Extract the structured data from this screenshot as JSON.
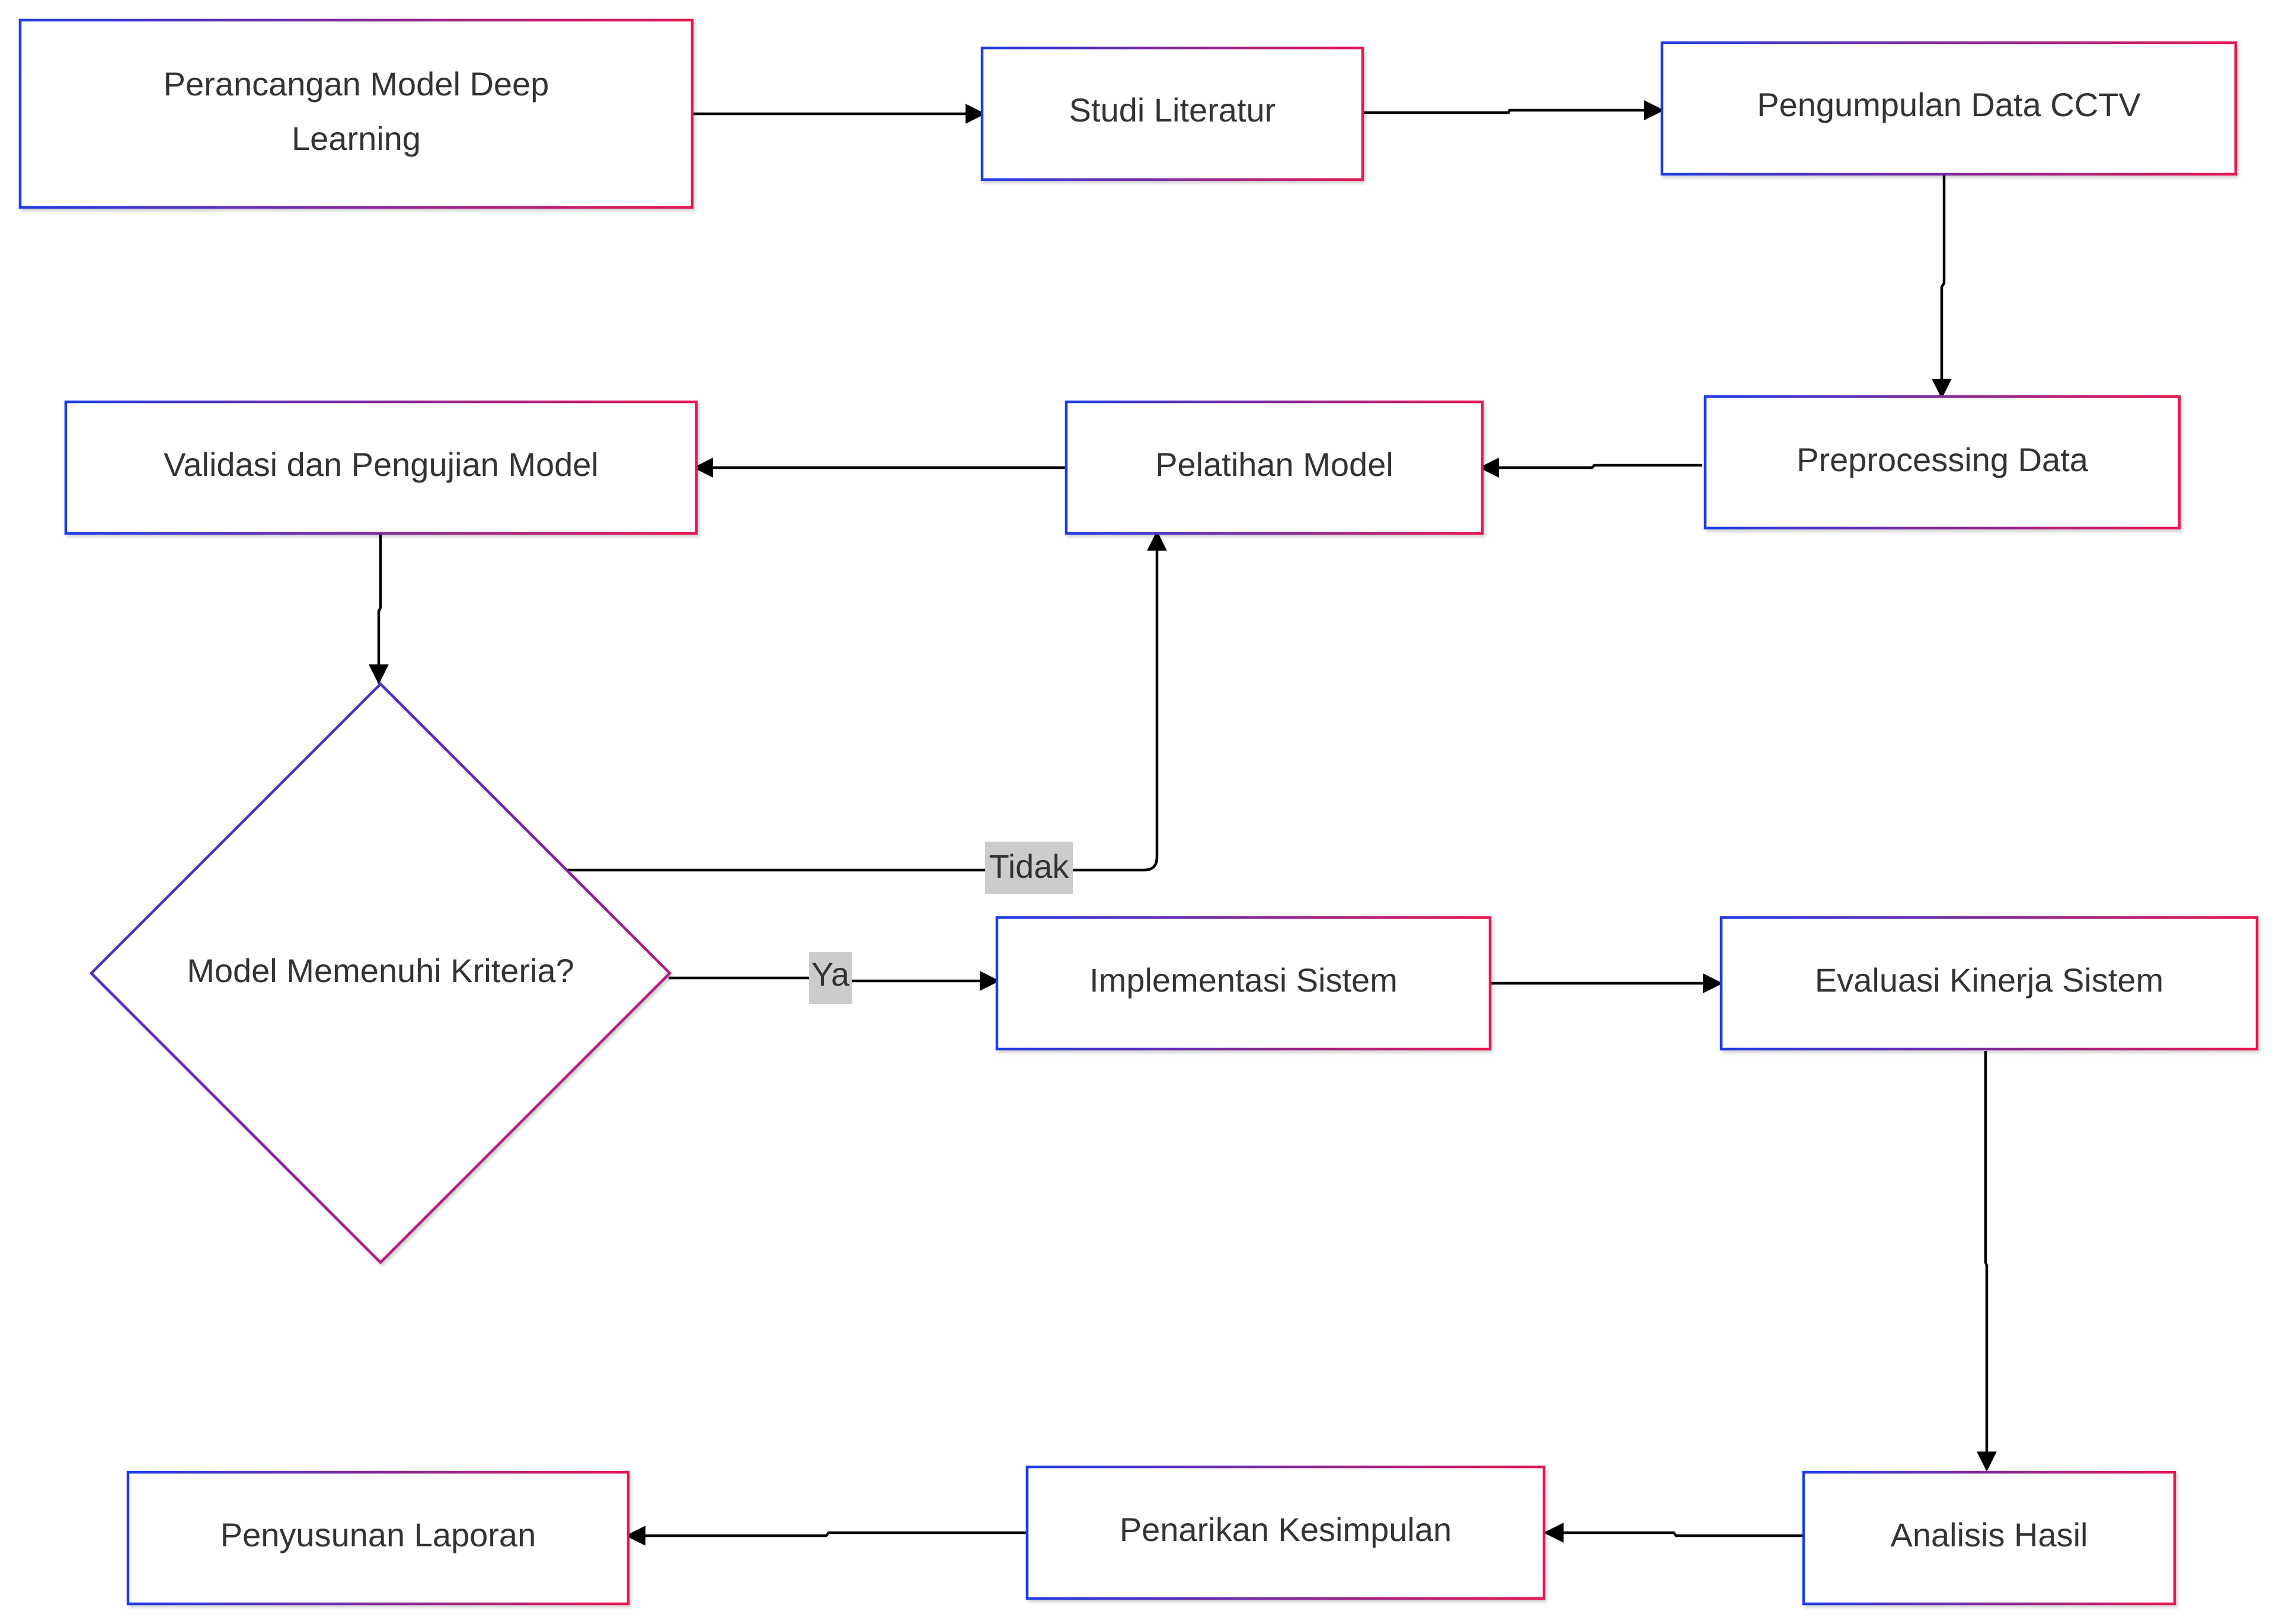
{
  "diagram": {
    "colors": {
      "border_gradient_start": "#1f3ce8",
      "border_gradient_end": "#e8174f",
      "edge": "#000000",
      "text": "#333333",
      "edge_label_background": "#cccccc",
      "background": "#ffffff"
    },
    "nodes": {
      "perancangan": {
        "label_line1": "Perancangan Model Deep",
        "label_line2": "Learning"
      },
      "studi": {
        "label": "Studi Literatur"
      },
      "pengumpulan": {
        "label": "Pengumpulan Data CCTV"
      },
      "preprocessing": {
        "label": "Preprocessing Data"
      },
      "pelatihan": {
        "label": "Pelatihan Model"
      },
      "validasi": {
        "label": "Validasi dan Pengujian Model"
      },
      "keputusan": {
        "label": "Model Memenuhi Kriteria?"
      },
      "implementasi": {
        "label": "Implementasi Sistem"
      },
      "evaluasi": {
        "label": "Evaluasi Kinerja Sistem"
      },
      "analisis": {
        "label": "Analisis Hasil"
      },
      "penarikan": {
        "label": "Penarikan Kesimpulan"
      },
      "penyusunan": {
        "label": "Penyusunan Laporan"
      }
    },
    "edge_labels": {
      "tidak": "Tidak",
      "ya": "Ya"
    }
  }
}
